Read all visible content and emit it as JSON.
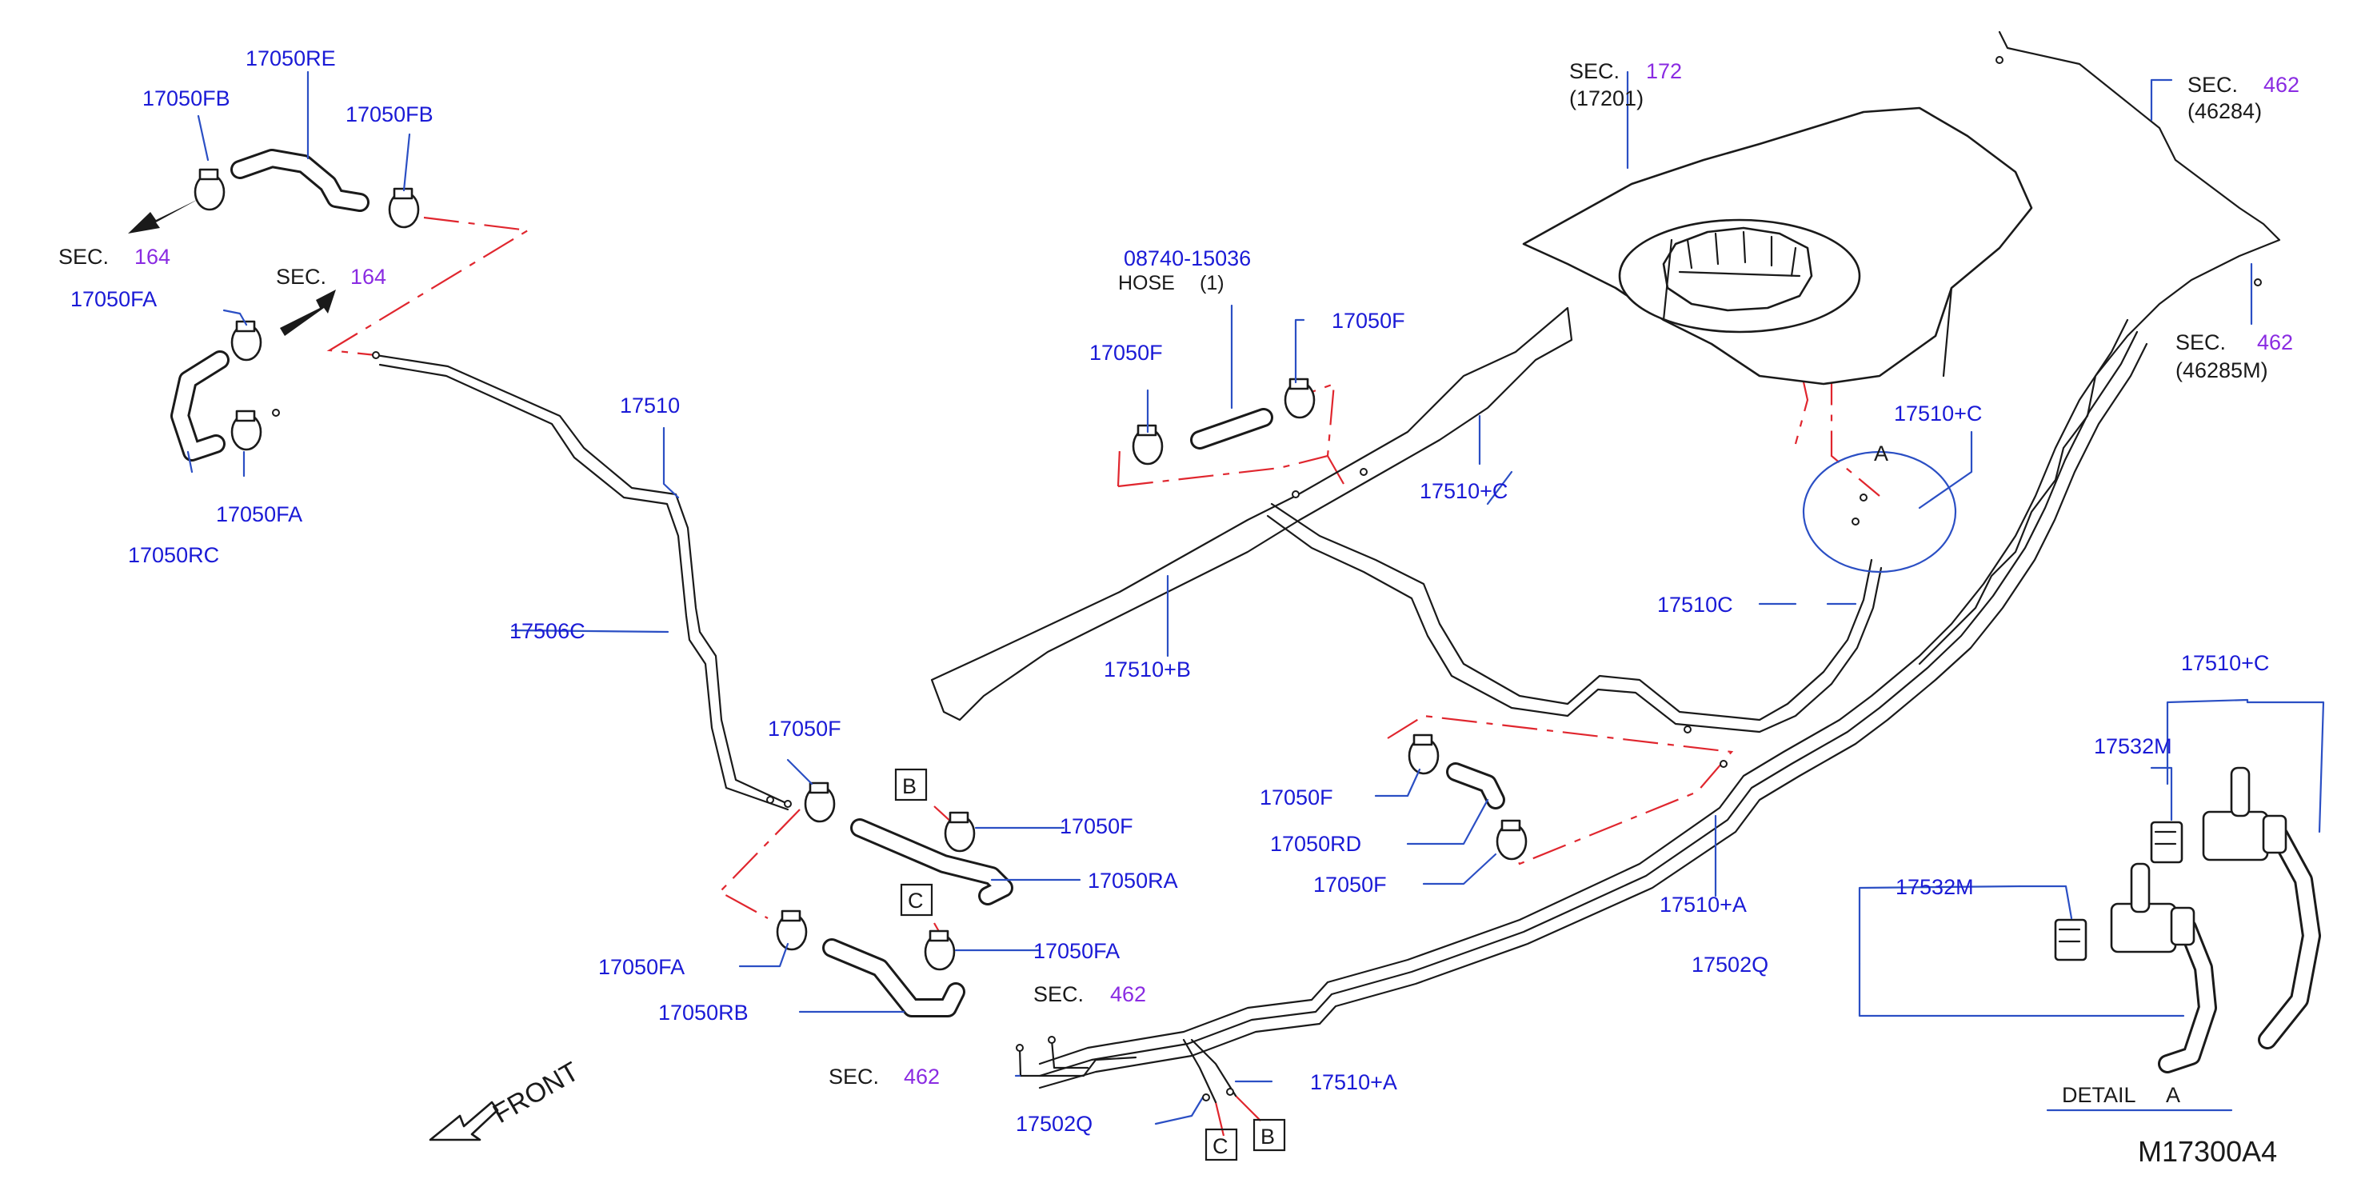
{
  "colors": {
    "part_number": "#1a1ad6",
    "sec_number": "#8a2be2",
    "leader": "#2b4fc4",
    "boundary": "#e0262e",
    "linework": "#1a1a1a"
  },
  "labels": {
    "p_17050re": "17050RE",
    "p_17050fb_left": "17050FB",
    "p_17050fb_right": "17050FB",
    "sec164_a_word": "SEC.",
    "sec164_a_num": "164",
    "sec164_b_word": "SEC.",
    "sec164_b_num": "164",
    "p_17050fa_top": "17050FA",
    "p_17050fa_mid": "17050FA",
    "p_17050rc": "17050RC",
    "p_17510": "17510",
    "p_17506c": "17506C",
    "p_08740": "08740-15036",
    "hose_word": "HOSE",
    "hose_qty": "(1)",
    "p_17050f_hose_l": "17050F",
    "p_17050f_hose_r": "17050F",
    "p_17510c_mid": "17510+C",
    "p_17510b": "17510+B",
    "sec172_word": "SEC.",
    "sec172_num": "172",
    "sec172_ref": "(17201)",
    "sec462_tr_word": "SEC.",
    "sec462_tr_num": "462",
    "sec462_tr_ref": "(46284)",
    "sec462_r_word": "SEC.",
    "sec462_r_num": "462",
    "sec462_r_ref": "(46285M)",
    "p_17510c_circle": "17510+C",
    "circle_a": "A",
    "p_17510c_partial": "17510C",
    "p_17050f_left_a": "17050F",
    "box_b_left": "B",
    "p_17050f_left_b": "17050F",
    "p_17050ra": "17050RA",
    "box_c_left": "C",
    "p_17050fa_bottom_r": "17050FA",
    "p_17050fa_bottom_l": "17050FA",
    "p_17050rb": "17050RB",
    "p_17050f_mid_a": "17050F",
    "p_17050rd": "17050RD",
    "p_17050f_mid_b": "17050F",
    "p_17510a_mid": "17510+A",
    "sec462_b_word": "SEC.",
    "sec462_b_num": "462",
    "sec462_bl_word": "SEC.",
    "sec462_bl_num": "462",
    "p_17510a_bottom": "17510+A",
    "p_17502q_bottom": "17502Q",
    "box_c_bottom": "C",
    "box_b_bottom": "B",
    "front": "FRONT",
    "d_17510c": "17510+C",
    "d_17532m_top": "17532M",
    "d_17532m_mid": "17532M",
    "d_17502q": "17502Q",
    "detail_word": "DETAIL",
    "detail_letter": "A",
    "diagram_code": "M17300A4"
  }
}
